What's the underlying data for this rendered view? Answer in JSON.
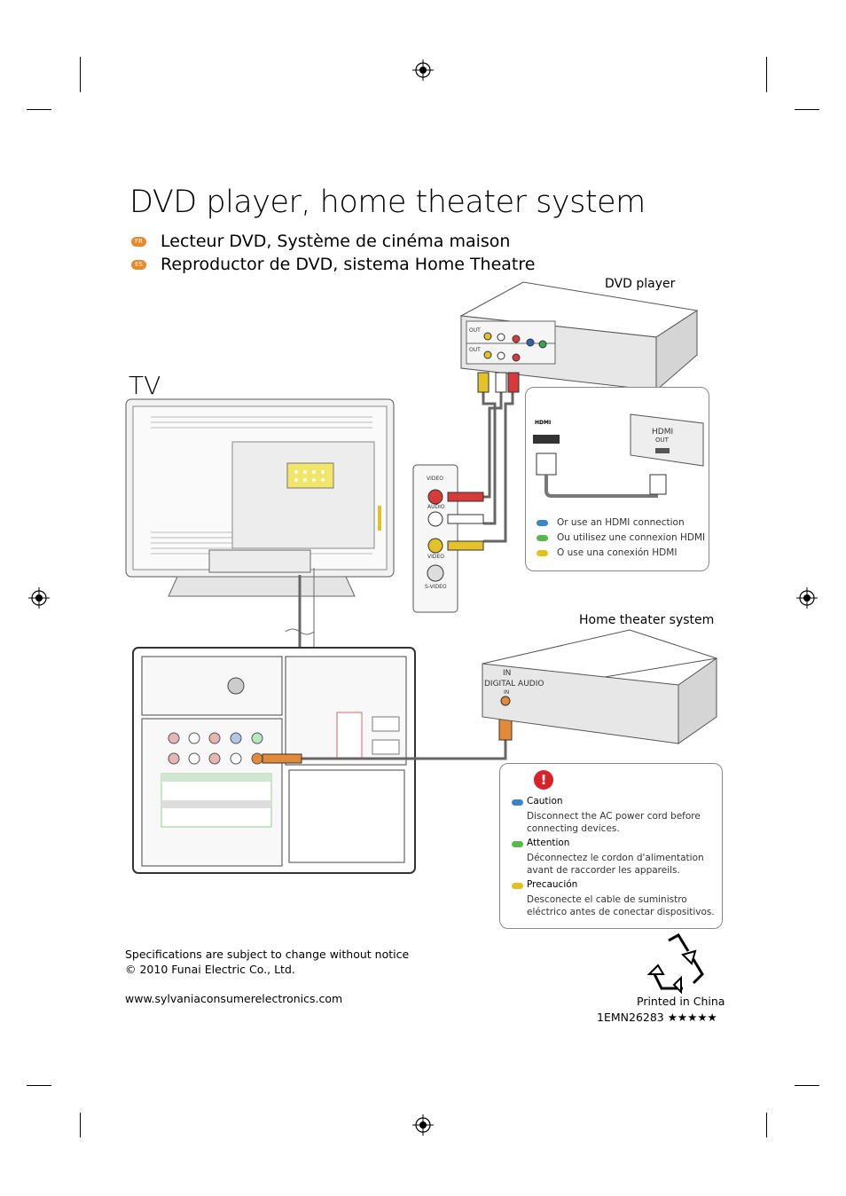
{
  "title": "DVD player, home theater system",
  "subtitles": [
    {
      "lang": "FR",
      "text": "Lecteur DVD, Système de cinéma maison",
      "color": "#e8892b"
    },
    {
      "lang": "ES",
      "text": "Reproductor de DVD, sistema Home Theatre",
      "color": "#e8892b"
    }
  ],
  "labels": {
    "tv": "TV",
    "dvd_player": "DVD player",
    "home_theater": "Home theater system"
  },
  "hdmi_note": [
    {
      "text": "Or use an HDMI connection",
      "color": "#3b85c7"
    },
    {
      "text": "Ou utilisez une connexion HDMI",
      "color": "#57b947"
    },
    {
      "text": "O use una conexión HDMI",
      "color": "#e1c11d"
    }
  ],
  "device_text": {
    "hdmi_cable": "HDMI",
    "hdmi_port": "HDMI",
    "hdmi_out": "OUT",
    "ht_in": "IN",
    "ht_digital_audio": "DIGITAL AUDIO",
    "ht_in_small": "IN",
    "dvd_out_1": "OUT",
    "dvd_out_2": "OUT",
    "panel_video": "VIDEO",
    "panel_audio": "AUDIO",
    "panel_video2": "VIDEO",
    "panel_svideo": "S-VIDEO"
  },
  "caution": [
    {
      "heading": "Caution",
      "text": "Disconnect the AC power cord before connecting devices.",
      "color": "#3b85c7"
    },
    {
      "heading": "Attention",
      "text": "Déconnectez le cordon d'alimentation avant de raccorder les appareils.",
      "color": "#57b947"
    },
    {
      "heading": "Precaución",
      "text": "Desconecte el cable de suministro eléctrico antes de conectar dispositivos.",
      "color": "#e1c11d"
    }
  ],
  "footer": {
    "spec": "Specifications are subject to change without notice",
    "copyright": "© 2010 Funai Electric Co., Ltd.",
    "url": "www.sylvaniaconsumerelectronics.com",
    "printed": "Printed in China",
    "code": "1EMN26283 ★★★★★"
  },
  "icons": [
    "crosshair-registration-icon",
    "warning-icon",
    "recycle-icon"
  ]
}
